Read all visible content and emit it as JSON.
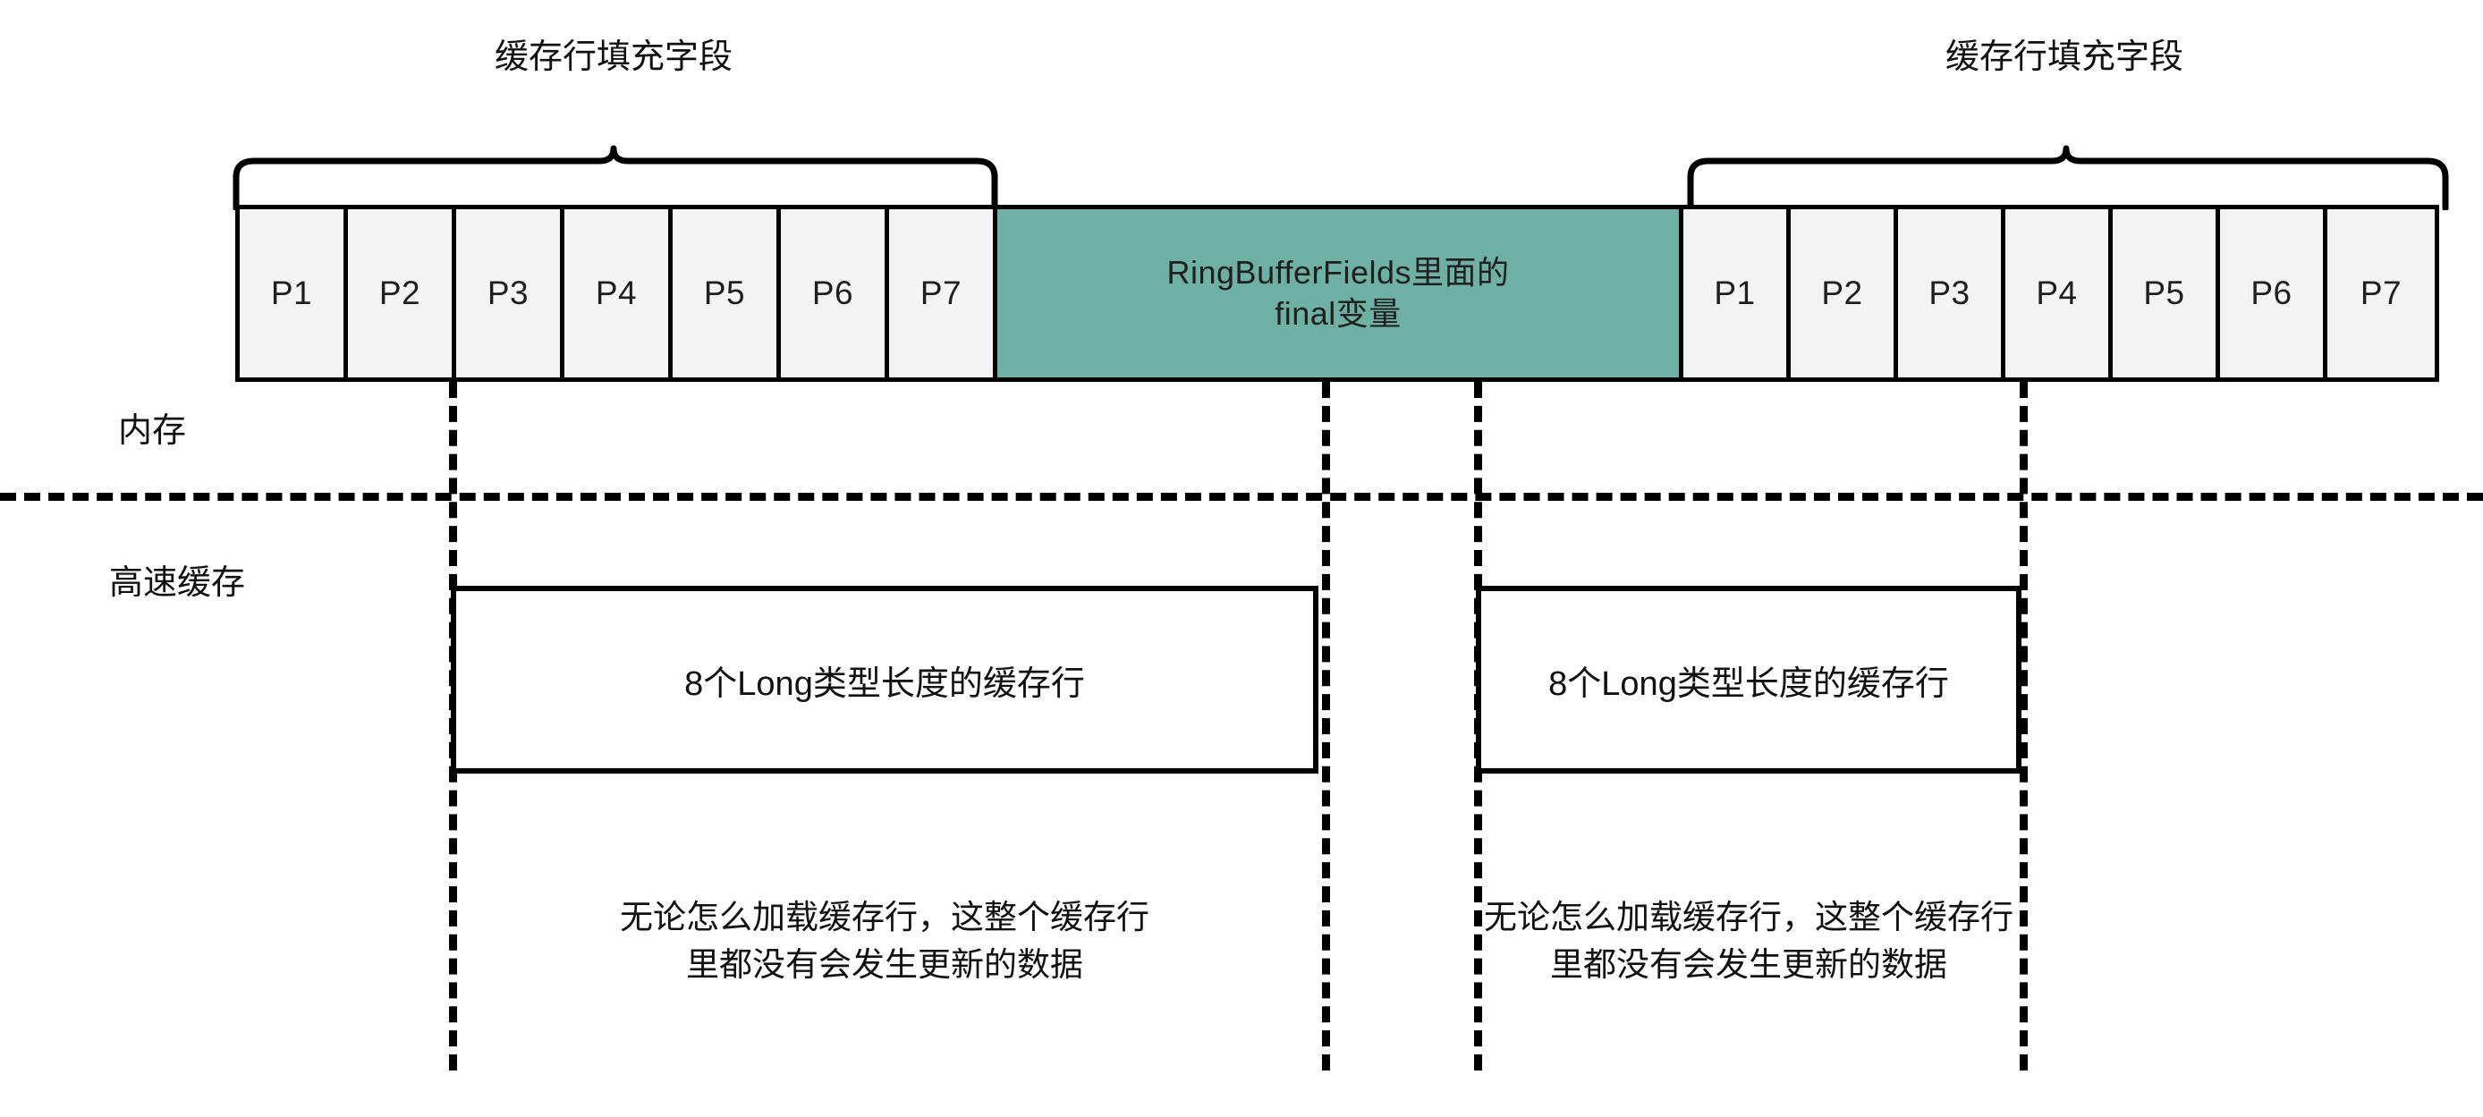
{
  "diagram": {
    "title_top_left": "缓存行填充字段",
    "title_top_right": "缓存行填充字段",
    "memory_label": "内存",
    "cache_label": "高速缓存",
    "bar": {
      "left_padding_cells": [
        "P1",
        "P2",
        "P3",
        "P4",
        "P5",
        "P6",
        "P7"
      ],
      "field_cell": "RingBufferFields里面的\nfinal变量",
      "field_cell_line1": "RingBufferFields里面的",
      "field_cell_line2": "final变量",
      "right_padding_cells": [
        "P1",
        "P2",
        "P3",
        "P4",
        "P5",
        "P6",
        "P7"
      ]
    },
    "cache_lines": [
      {
        "label": "8个Long类型长度的缓存行"
      },
      {
        "label": "8个Long类型长度的缓存行"
      }
    ],
    "notes": [
      "无论怎么加载缓存行，这整个缓存行\n里都没有会发生更新的数据",
      "无论怎么加载缓存行，这整个缓存行\n里都没有会发生更新的数据"
    ],
    "colors": {
      "field_fill": "#6eb0a3",
      "padding_fill": "#f4f4f4",
      "stroke": "#000000",
      "background": "#ffffff",
      "text": "#111111"
    }
  }
}
